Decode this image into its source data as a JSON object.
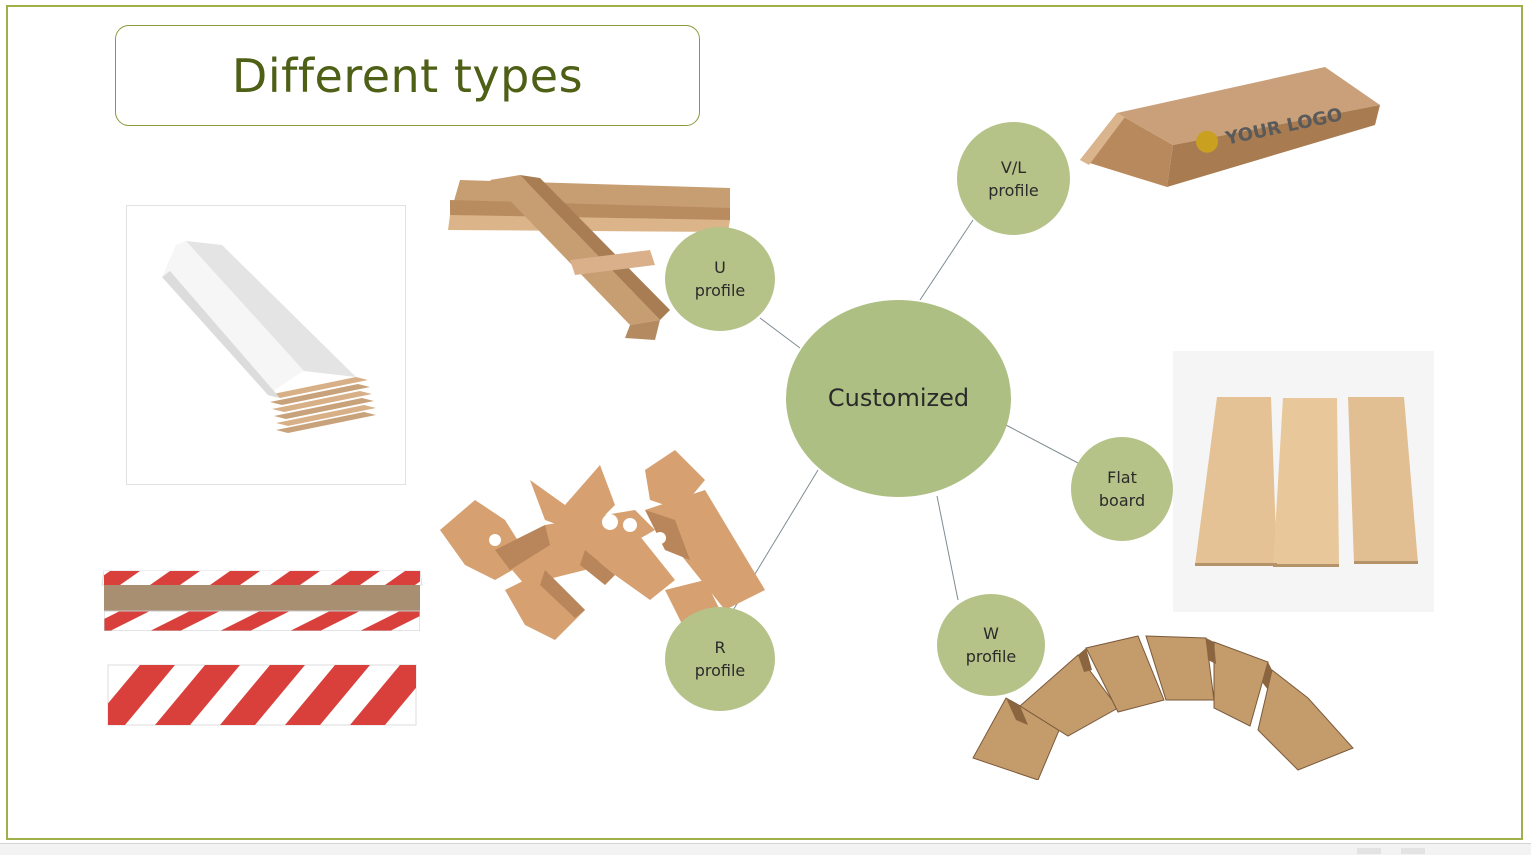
{
  "title": "Different types",
  "hub": {
    "label": "Customized"
  },
  "nodes": {
    "vl": {
      "line1": "V/L",
      "line2": "profile"
    },
    "u": {
      "line1": "U",
      "line2": "profile"
    },
    "flat": {
      "line1": "Flat",
      "line2": "board"
    },
    "r": {
      "line1": "R",
      "line2": "profile"
    },
    "w": {
      "line1": "W",
      "line2": "profile"
    }
  },
  "logo_text": "YOUR LOGO",
  "colors": {
    "bubble": "#b5c389",
    "title_text": "#4e5f16",
    "frame": "#9fb04a",
    "kraft": "#c99a6a",
    "stripe_red": "#d9403c"
  }
}
